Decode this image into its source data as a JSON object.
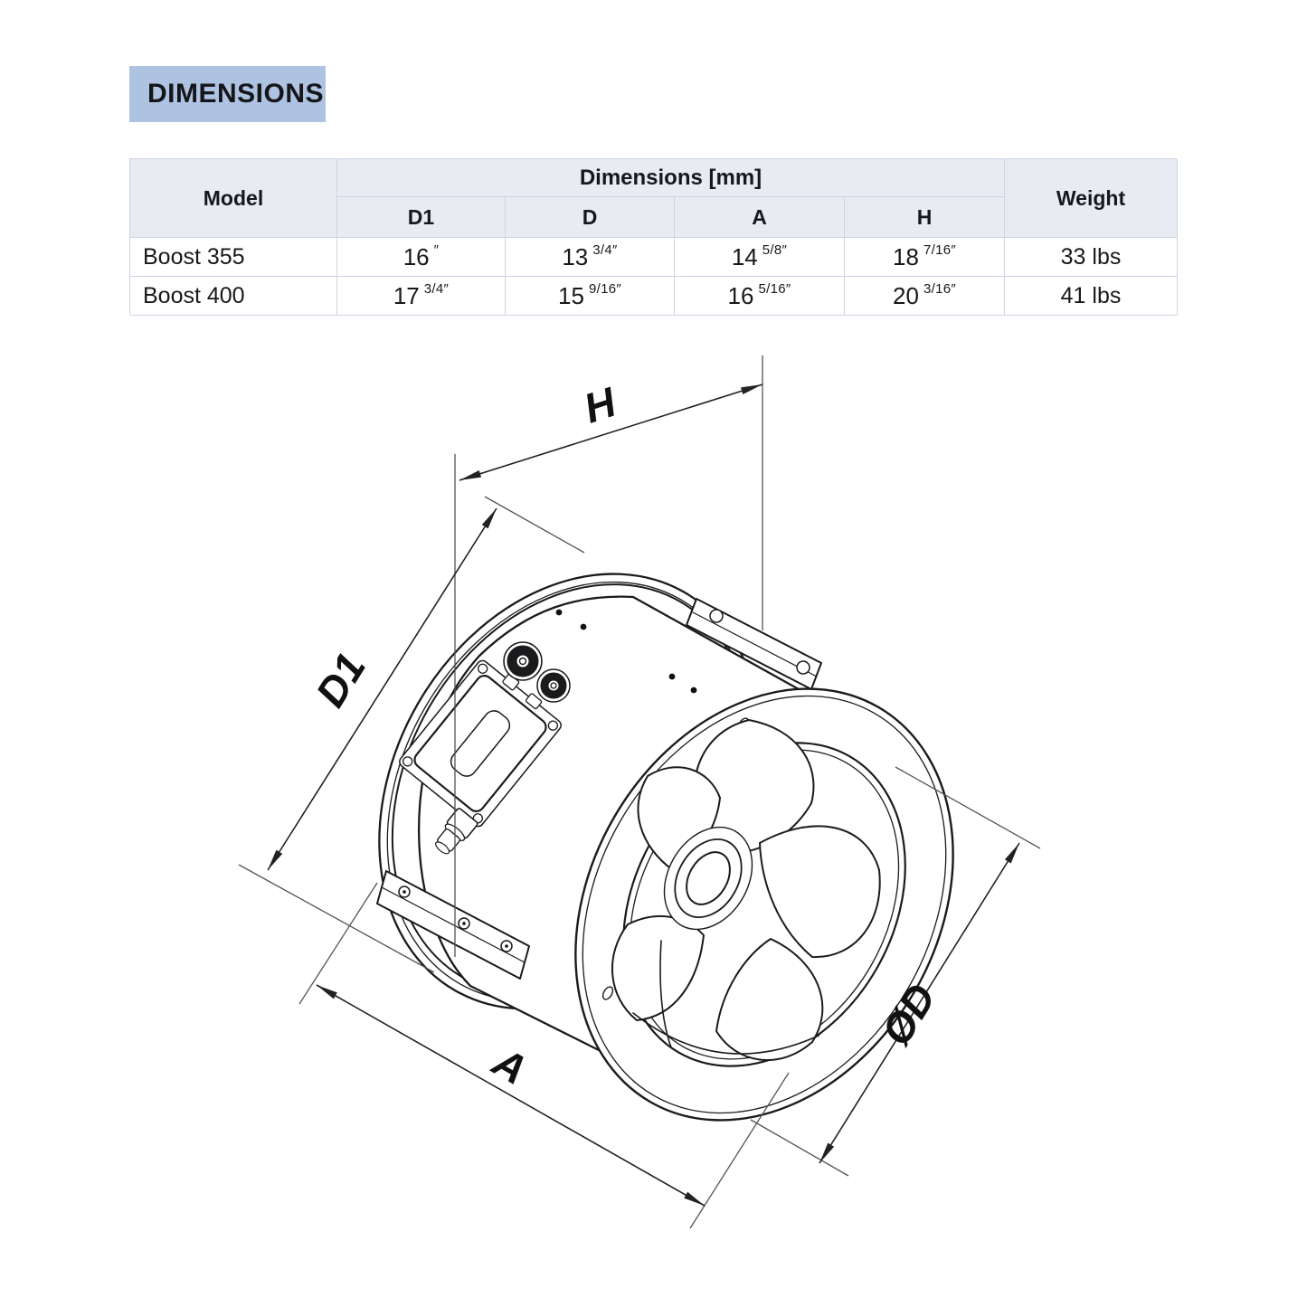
{
  "title": "DIMENSIONS",
  "table": {
    "header": {
      "model": "Model",
      "dims_group": "Dimensions [mm]",
      "cols": [
        "D1",
        "D",
        "A",
        "H"
      ],
      "weight": "Weight"
    },
    "rows": [
      {
        "model": "Boost 355",
        "d1": {
          "main": "16",
          "sup": "″"
        },
        "d": {
          "main": "13",
          "sup": "3/4″"
        },
        "a": {
          "main": "14",
          "sup": "5/8″"
        },
        "h": {
          "main": "18",
          "sup": "7/16″"
        },
        "weight": "33 lbs"
      },
      {
        "model": "Boost 400",
        "d1": {
          "main": "17",
          "sup": "3/4″"
        },
        "d": {
          "main": "15",
          "sup": "9/16″"
        },
        "a": {
          "main": "16",
          "sup": "5/16″"
        },
        "h": {
          "main": "20",
          "sup": "3/16″"
        },
        "weight": "41 lbs"
      }
    ]
  },
  "diagram": {
    "labels": {
      "h": "H",
      "d1": "D1",
      "a": "A",
      "diameter": "ØD"
    }
  },
  "colors": {
    "title_bg": "#aec3e1",
    "header_bg": "#e9ebf2",
    "table_border": "#cdd5e3",
    "line": "#1b1b1d",
    "text": "#15161a"
  }
}
